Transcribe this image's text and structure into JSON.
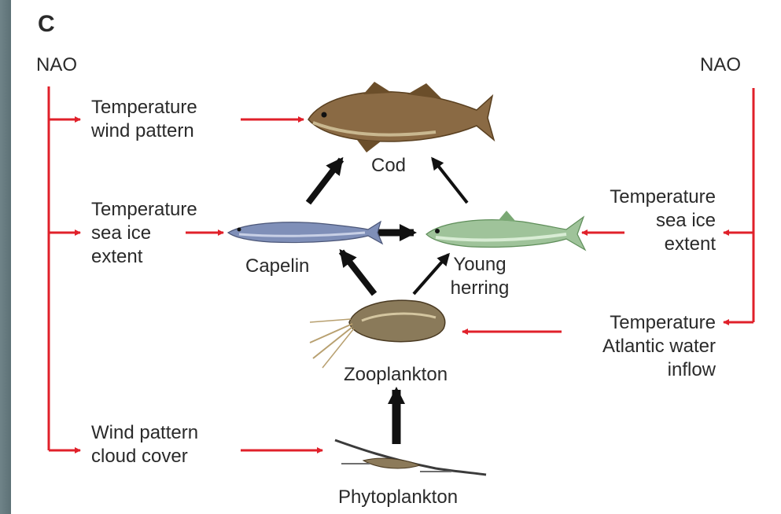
{
  "panel_letter": "C",
  "drivers": {
    "left": "NAO",
    "right": "NAO"
  },
  "factors": {
    "temp_wind": [
      "Temperature",
      "wind pattern"
    ],
    "temp_seaice_left": [
      "Temperature",
      "sea ice",
      "extent"
    ],
    "temp_seaice_right": [
      "Temperature",
      "sea ice",
      "extent"
    ],
    "temp_atlantic": [
      "Temperature",
      "Atlantic water",
      "inflow"
    ],
    "wind_cloud": [
      "Wind pattern",
      "cloud cover"
    ]
  },
  "species": {
    "cod": "Cod",
    "capelin": "Capelin",
    "young_herring": [
      "Young",
      "herring"
    ],
    "zooplankton": "Zooplankton",
    "phytoplankton": "Phytoplankton"
  },
  "colors": {
    "driver_arrow": "#e0202a",
    "trophic_arrow": "#111111",
    "background_frame": "#5f7479",
    "panel": "#ffffff"
  }
}
